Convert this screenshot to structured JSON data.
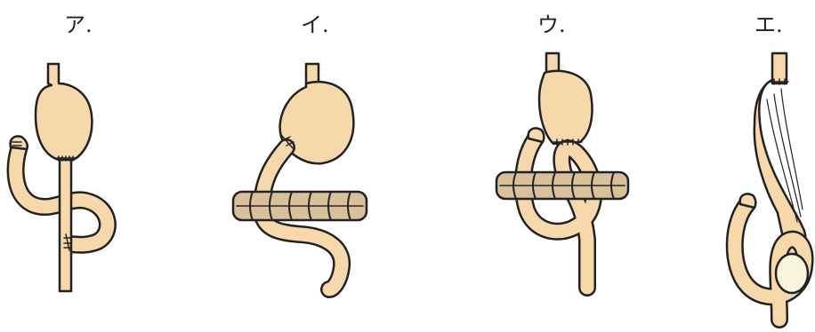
{
  "labels": {
    "a": "ア.",
    "i": "イ.",
    "u": "ウ.",
    "e": "エ."
  },
  "colors": {
    "organ_fill": "#f6d8ab",
    "colon_fill": "#d8c09a",
    "outline": "#222222",
    "pouch_fill": "#fbf4dc"
  }
}
